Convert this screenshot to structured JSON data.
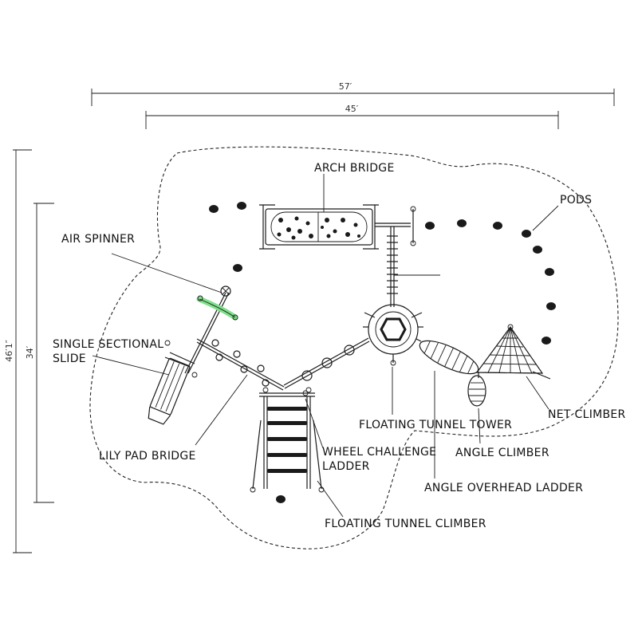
{
  "dimensions": {
    "width_outer": "57′",
    "width_inner": "45′",
    "height_outer": "46′1″",
    "height_inner": "34′"
  },
  "labels": {
    "arch_bridge": "ARCH BRIDGE",
    "pods": "PODS",
    "air_spinner": "AIR SPINNER",
    "single_sectional_slide_1": "SINGLE SECTIONAL",
    "single_sectional_slide_2": "SLIDE",
    "floating_tunnel_tower": "FLOATING TUNNEL TOWER",
    "net_climber": "NET CLIMBER",
    "lily_pad_bridge": "LILY PAD BRIDGE",
    "wheel_challenge_ladder_1": "WHEEL CHALLENGE",
    "wheel_challenge_ladder_2": "LADDER",
    "angle_climber": "ANGLE CLIMBER",
    "angle_overhead_ladder": "ANGLE OVERHEAD LADDER",
    "floating_tunnel_climber": "FLOATING TUNNEL CLIMBER"
  },
  "colors": {
    "air_spinner_highlight": "#7fe08a"
  }
}
